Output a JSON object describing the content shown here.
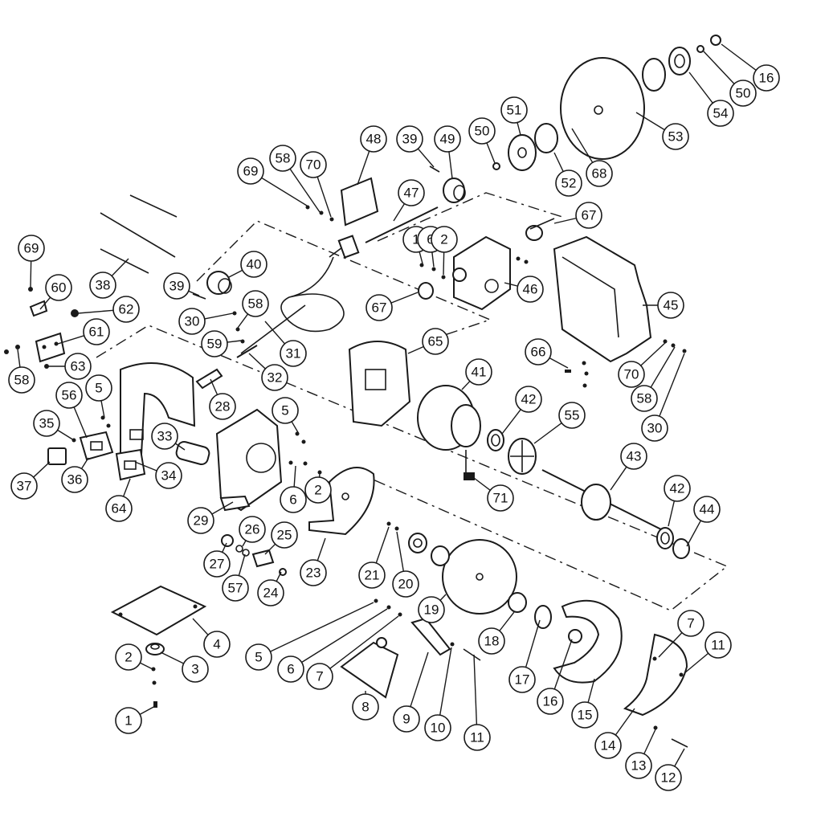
{
  "diagram": {
    "callouts": [
      {
        "label": "1"
      },
      {
        "label": "2"
      },
      {
        "label": "3"
      },
      {
        "label": "4"
      },
      {
        "label": "5"
      },
      {
        "label": "6"
      },
      {
        "label": "7"
      },
      {
        "label": "8"
      },
      {
        "label": "9"
      },
      {
        "label": "10"
      },
      {
        "label": "11"
      },
      {
        "label": "12"
      },
      {
        "label": "13"
      },
      {
        "label": "14"
      },
      {
        "label": "15"
      },
      {
        "label": "16"
      },
      {
        "label": "17"
      },
      {
        "label": "18"
      },
      {
        "label": "19"
      },
      {
        "label": "20"
      },
      {
        "label": "21"
      },
      {
        "label": "23"
      },
      {
        "label": "24"
      },
      {
        "label": "25"
      },
      {
        "label": "26"
      },
      {
        "label": "27"
      },
      {
        "label": "57"
      },
      {
        "label": "29"
      },
      {
        "label": "6"
      },
      {
        "label": "2"
      },
      {
        "label": "5"
      },
      {
        "label": "64"
      },
      {
        "label": "34"
      },
      {
        "label": "33"
      },
      {
        "label": "28"
      },
      {
        "label": "36"
      },
      {
        "label": "37"
      },
      {
        "label": "35"
      },
      {
        "label": "56"
      },
      {
        "label": "5"
      },
      {
        "label": "58"
      },
      {
        "label": "63"
      },
      {
        "label": "61"
      },
      {
        "label": "62"
      },
      {
        "label": "60"
      },
      {
        "label": "69"
      },
      {
        "label": "38"
      },
      {
        "label": "39"
      },
      {
        "label": "40"
      },
      {
        "label": "30"
      },
      {
        "label": "58"
      },
      {
        "label": "59"
      },
      {
        "label": "31"
      },
      {
        "label": "32"
      },
      {
        "label": "69"
      },
      {
        "label": "58"
      },
      {
        "label": "70"
      },
      {
        "label": "48"
      },
      {
        "label": "39"
      },
      {
        "label": "47"
      },
      {
        "label": "49"
      },
      {
        "label": "50"
      },
      {
        "label": "51"
      },
      {
        "label": "52"
      },
      {
        "label": "68"
      },
      {
        "label": "53"
      },
      {
        "label": "54"
      },
      {
        "label": "50"
      },
      {
        "label": "16"
      },
      {
        "label": "67"
      },
      {
        "label": "1"
      },
      {
        "label": "6"
      },
      {
        "label": "2"
      },
      {
        "label": "46"
      },
      {
        "label": "67"
      },
      {
        "label": "45"
      },
      {
        "label": "70"
      },
      {
        "label": "58"
      },
      {
        "label": "30"
      },
      {
        "label": "66"
      },
      {
        "label": "65"
      },
      {
        "label": "41"
      },
      {
        "label": "42"
      },
      {
        "label": "55"
      },
      {
        "label": "71"
      },
      {
        "label": "43"
      },
      {
        "label": "42"
      },
      {
        "label": "44"
      },
      {
        "label": "7"
      },
      {
        "label": "11"
      },
      {
        "label": "13"
      },
      {
        "label": "12"
      }
    ]
  }
}
